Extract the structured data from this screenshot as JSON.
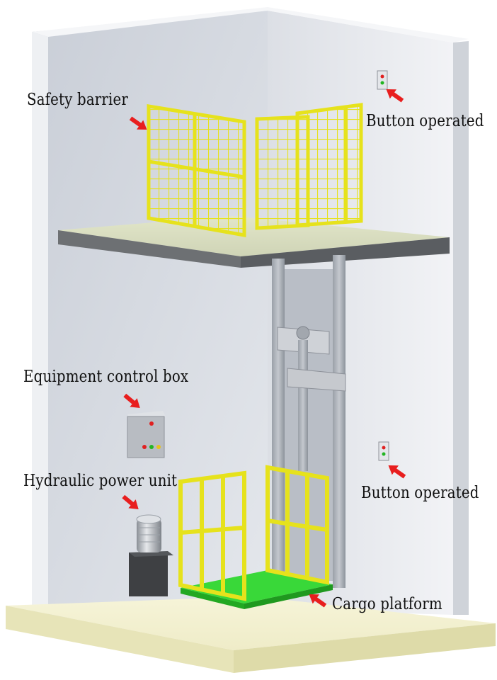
{
  "labels": {
    "safety_barrier": "Safety barrier",
    "button_operated_upper": "Button operated",
    "equipment_control_box": "Equipment control box",
    "hydraulic_power_unit": "Hydraulic power unit",
    "button_operated_lower": "Button operated",
    "cargo_platform": "Cargo platform"
  },
  "colors": {
    "barrier_yellow": "#e6e21c",
    "platform_green": "#39d839",
    "arrow_red": "#e81e1e",
    "floor": "#f3f1cf",
    "wall_back": "#d7dbe2"
  },
  "icons": [
    "red-arrow-icon",
    "control-box-icon",
    "hydraulic-motor-icon",
    "call-button-icon"
  ]
}
